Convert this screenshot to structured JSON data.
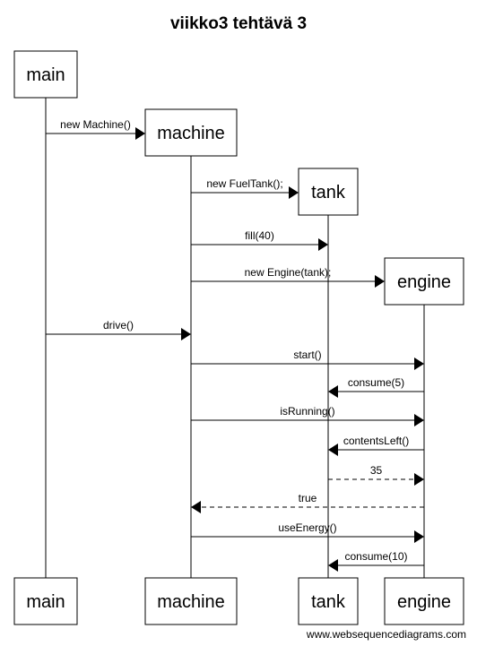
{
  "title": "viikko3 tehtävä 3",
  "credit": "www.websequencediagrams.com",
  "participants": [
    {
      "id": "main",
      "label": "main"
    },
    {
      "id": "machine",
      "label": "machine"
    },
    {
      "id": "tank",
      "label": "tank"
    },
    {
      "id": "engine",
      "label": "engine"
    }
  ],
  "messages": [
    {
      "from": "main",
      "to": "machine",
      "label": "new Machine()",
      "type": "create"
    },
    {
      "from": "machine",
      "to": "tank",
      "label": "new FuelTank();",
      "type": "create"
    },
    {
      "from": "machine",
      "to": "tank",
      "label": "fill(40)",
      "type": "call"
    },
    {
      "from": "machine",
      "to": "engine",
      "label": "new Engine(tank);",
      "type": "create"
    },
    {
      "from": "main",
      "to": "machine",
      "label": "drive()",
      "type": "call"
    },
    {
      "from": "machine",
      "to": "engine",
      "label": "start()",
      "type": "call"
    },
    {
      "from": "engine",
      "to": "tank",
      "label": "consume(5)",
      "type": "call"
    },
    {
      "from": "machine",
      "to": "engine",
      "label": "isRunning()",
      "type": "call"
    },
    {
      "from": "engine",
      "to": "tank",
      "label": "contentsLeft()",
      "type": "call"
    },
    {
      "from": "tank",
      "to": "engine",
      "label": "35",
      "type": "return"
    },
    {
      "from": "engine",
      "to": "machine",
      "label": "true",
      "type": "return"
    },
    {
      "from": "machine",
      "to": "engine",
      "label": "useEnergy()",
      "type": "call"
    },
    {
      "from": "engine",
      "to": "tank",
      "label": "consume(10)",
      "type": "call"
    }
  ]
}
